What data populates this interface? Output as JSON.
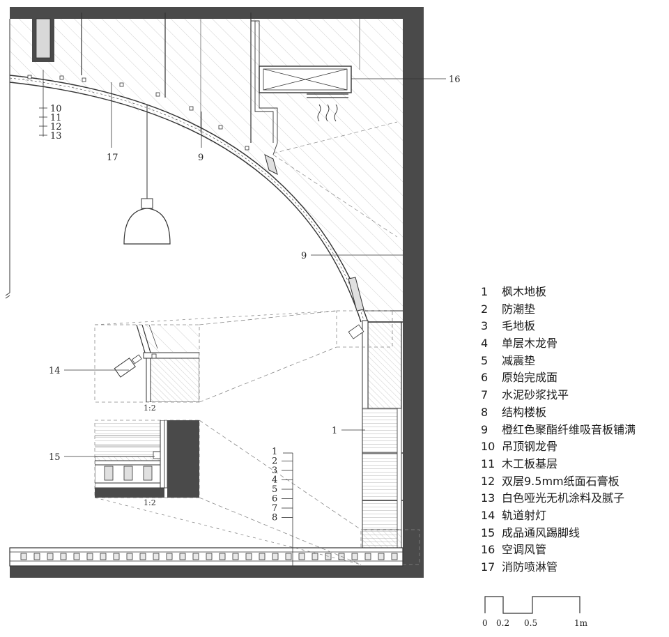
{
  "callouts": {
    "c10": "10",
    "c11": "11",
    "c12": "12",
    "c13": "13",
    "c17": "17",
    "c9a": "9",
    "c9b": "9",
    "c16": "16",
    "c14": "14",
    "c15": "15",
    "c1": "1",
    "floor_layers": [
      "1",
      "2",
      "3",
      "4",
      "5",
      "6",
      "7",
      "8"
    ]
  },
  "detail_scales": {
    "upper": "1:2",
    "lower": "1:2"
  },
  "legend": [
    {
      "num": "1",
      "label": "枫木地板"
    },
    {
      "num": "2",
      "label": "防潮垫"
    },
    {
      "num": "3",
      "label": "毛地板"
    },
    {
      "num": "4",
      "label": "单层木龙骨"
    },
    {
      "num": "5",
      "label": "减震垫"
    },
    {
      "num": "6",
      "label": "原始完成面"
    },
    {
      "num": "7",
      "label": "水泥砂浆找平"
    },
    {
      "num": "8",
      "label": "结构楼板"
    },
    {
      "num": "9",
      "label": "橙红色聚酯纤维吸音板铺满"
    },
    {
      "num": "10",
      "label": "吊顶钢龙骨"
    },
    {
      "num": "11",
      "label": "木工板基层"
    },
    {
      "num": "12",
      "label": "双层9.5mm纸面石膏板"
    },
    {
      "num": "13",
      "label": "白色哑光无机涂料及腻子"
    },
    {
      "num": "14",
      "label": "轨道射灯"
    },
    {
      "num": "15",
      "label": "成品通风踢脚线"
    },
    {
      "num": "16",
      "label": "空调风管"
    },
    {
      "num": "17",
      "label": "消防喷淋管"
    }
  ],
  "scale_bar": {
    "ticks": [
      "0",
      "0.2",
      "0.5",
      "1m"
    ]
  },
  "colors": {
    "wall": "#4a4a4a",
    "line": "#333333",
    "hatch": "#bdbdbd"
  }
}
